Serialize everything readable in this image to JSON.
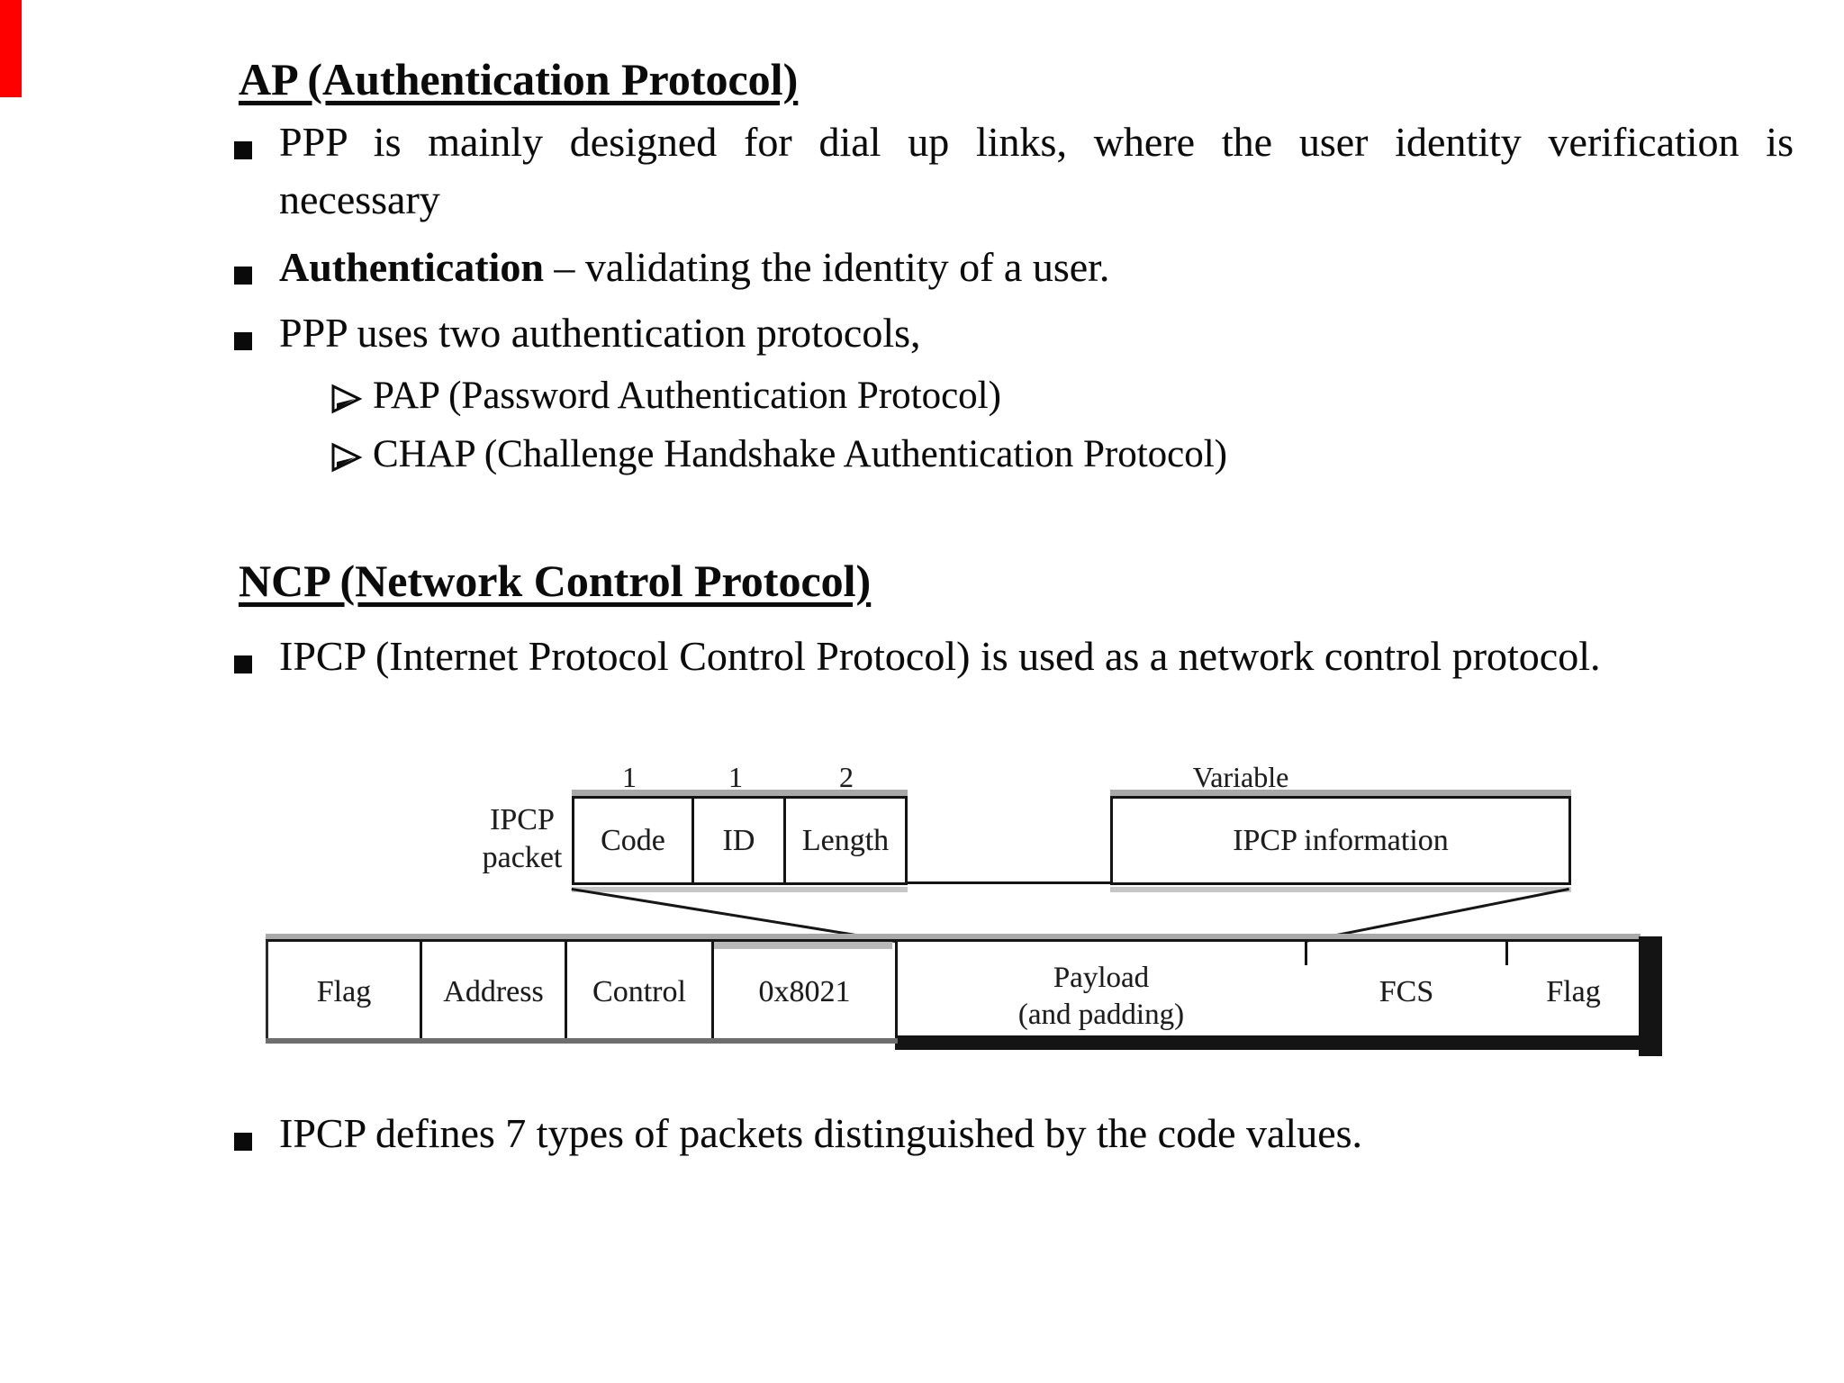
{
  "page": {
    "background": "#ffffff",
    "red_bar_color": "#fe0000"
  },
  "ap_section": {
    "heading": "AP (Authentication Protocol)",
    "b1_line1": "PPP is mainly designed for dial up links, where the user identity verification is",
    "b1_line2": "necessary",
    "b2_bold": "Authentication",
    "b2_rest": " – validating the identity of a user.",
    "b3": "PPP uses two authentication protocols,",
    "sub1": "PAP (Password Authentication Protocol)",
    "sub2": "CHAP (Challenge Handshake Authentication Protocol)"
  },
  "ncp_section": {
    "heading": "NCP (Network Control Protocol)",
    "b1": "IPCP (Internet Protocol Control Protocol) is used as a network control protocol.",
    "b2": "IPCP defines 7 types of packets distinguished by the code values."
  },
  "diagram": {
    "packet_label_line1": "IPCP",
    "packet_label_line2": "packet",
    "size_code": "1",
    "size_id": "1",
    "size_length": "2",
    "size_info": "Variable",
    "field_code": "Code",
    "field_id": "ID",
    "field_length": "Length",
    "field_info": "IPCP information",
    "frame_flag1": "Flag",
    "frame_address": "Address",
    "frame_control": "Control",
    "frame_protocol": "0x8021",
    "frame_payload_line1": "Payload",
    "frame_payload_line2": "(and padding)",
    "frame_fcs": "FCS",
    "frame_flag2": "Flag"
  }
}
